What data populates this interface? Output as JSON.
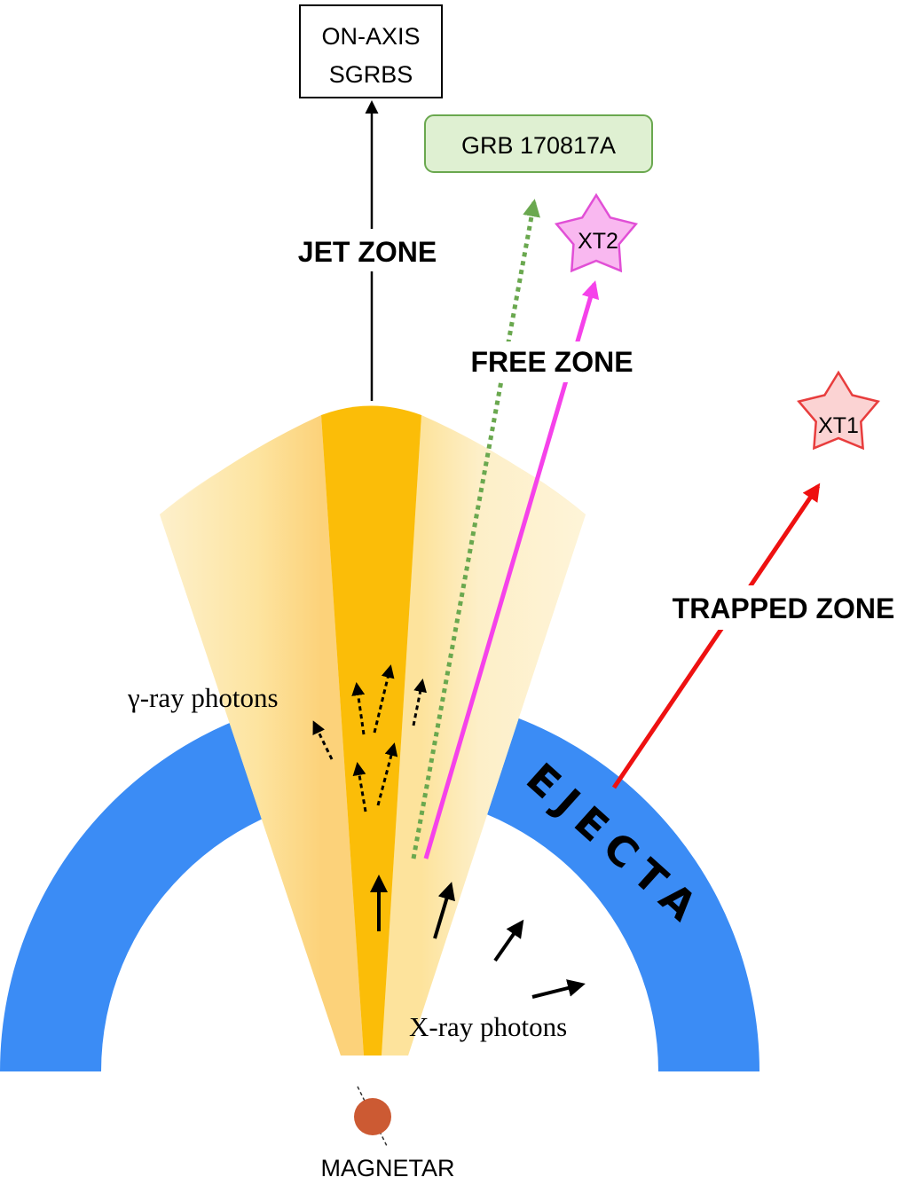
{
  "labels": {
    "on_axis_line1": "ON-AXIS",
    "on_axis_line2": "SGRBS",
    "grb": "GRB 170817A",
    "xt2": "XT2",
    "xt1": "XT1",
    "jet_zone": "JET ZONE",
    "free_zone": "FREE ZONE",
    "trapped_zone": "TRAPPED ZONE",
    "gamma_photons": "γ-ray photons",
    "xray_photons": "X-ray photons",
    "ejecta": "EJECTA",
    "magnetar": "MAGNETAR"
  },
  "colors": {
    "ejecta": "#3b8cf5",
    "jet_core": "#fbbd08",
    "jet_outer": "#fde9b3",
    "grb_fill": "#dff0d2",
    "grb_border": "#6aa84f",
    "grb_arrow": "#6aa84f",
    "xt2_fill": "#f9b8f0",
    "xt2_border": "#e14fd6",
    "xt2_line": "#f542ea",
    "xt1_fill": "#fbd3d3",
    "xt1_border": "#e83d3d",
    "xt1_line": "#ee1111",
    "magnetar": "#cc5a33"
  }
}
